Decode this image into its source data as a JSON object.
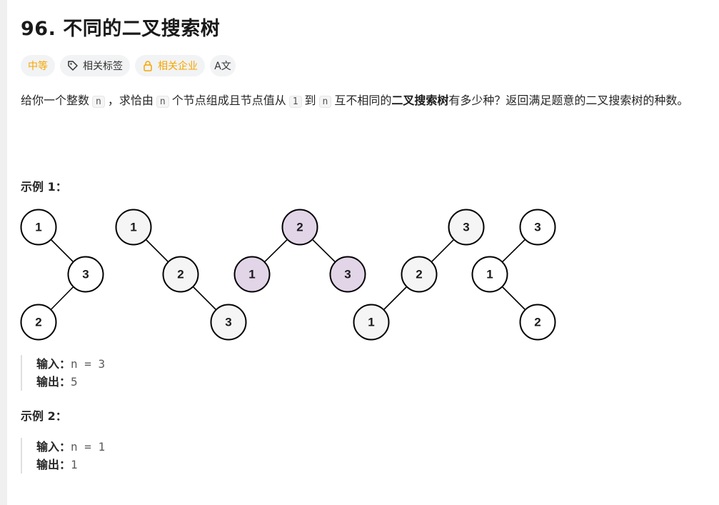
{
  "problem": {
    "title": "96. 不同的二叉搜索树",
    "tags": {
      "difficulty": "中等",
      "topics": "相关标签",
      "companies": "相关企业",
      "lang": "A文"
    },
    "description": {
      "p1": "给你一个整数",
      "code_n1": "n",
      "p2": "，求恰由",
      "code_n2": "n",
      "p3": "个节点组成且节点值从",
      "code_1": "1",
      "p4": "到",
      "code_n3": "n",
      "p5": "互不相同的",
      "bold": "二叉搜索树",
      "p6": "有多少种？返回满足题意的二叉搜索树的种数。"
    },
    "examples": [
      {
        "title": "示例 1：",
        "input_label": "输入：",
        "input_value": "n = 3",
        "output_label": "输出：",
        "output_value": "5"
      },
      {
        "title": "示例 2：",
        "input_label": "输入：",
        "input_value": "n = 1",
        "output_label": "输出：",
        "output_value": "1"
      }
    ],
    "diagram": {
      "highlight_color": "#e2d5e8",
      "node_fill": "#f5f5f5",
      "trees": [
        {
          "nodes": [
            "1",
            "3",
            "2"
          ]
        },
        {
          "nodes": [
            "1",
            "2",
            "3"
          ]
        },
        {
          "nodes": [
            "2",
            "1",
            "3"
          ]
        },
        {
          "nodes": [
            "3",
            "2",
            "1"
          ]
        },
        {
          "nodes": [
            "3",
            "1",
            "2"
          ]
        }
      ]
    }
  }
}
